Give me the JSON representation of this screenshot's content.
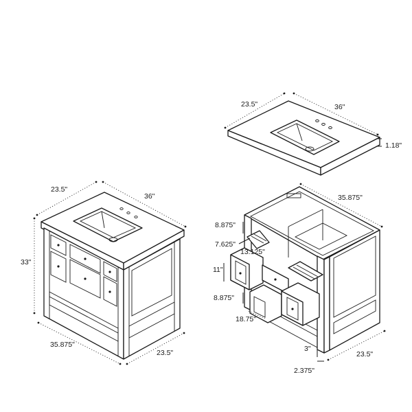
{
  "unit_mark": "\"",
  "views": {
    "countertop": {
      "depth": "23.5\"",
      "width": "36\"",
      "thickness": "1.18\""
    },
    "assembled_vanity": {
      "depth": "23.5\"",
      "width": "36\"",
      "height": "33\"",
      "base_width": "35.875\"",
      "base_depth": "23.5\""
    },
    "open_cabinet": {
      "cabinet_width": "35.875\"",
      "top_drawer_height": "8.875\"",
      "top_drawer_depth": "7.625\"",
      "drawer_width": "13.125\"",
      "side_drawer_height": "11\"",
      "bottom_drawer_height": "8.875\"",
      "drawer_depth": "18.75\"",
      "shelf_clearance": "3\"",
      "leg_width": "2.375\"",
      "base_depth": "23.5\""
    }
  },
  "colors": {
    "line": "#1a1a1a",
    "background": "#ffffff"
  }
}
